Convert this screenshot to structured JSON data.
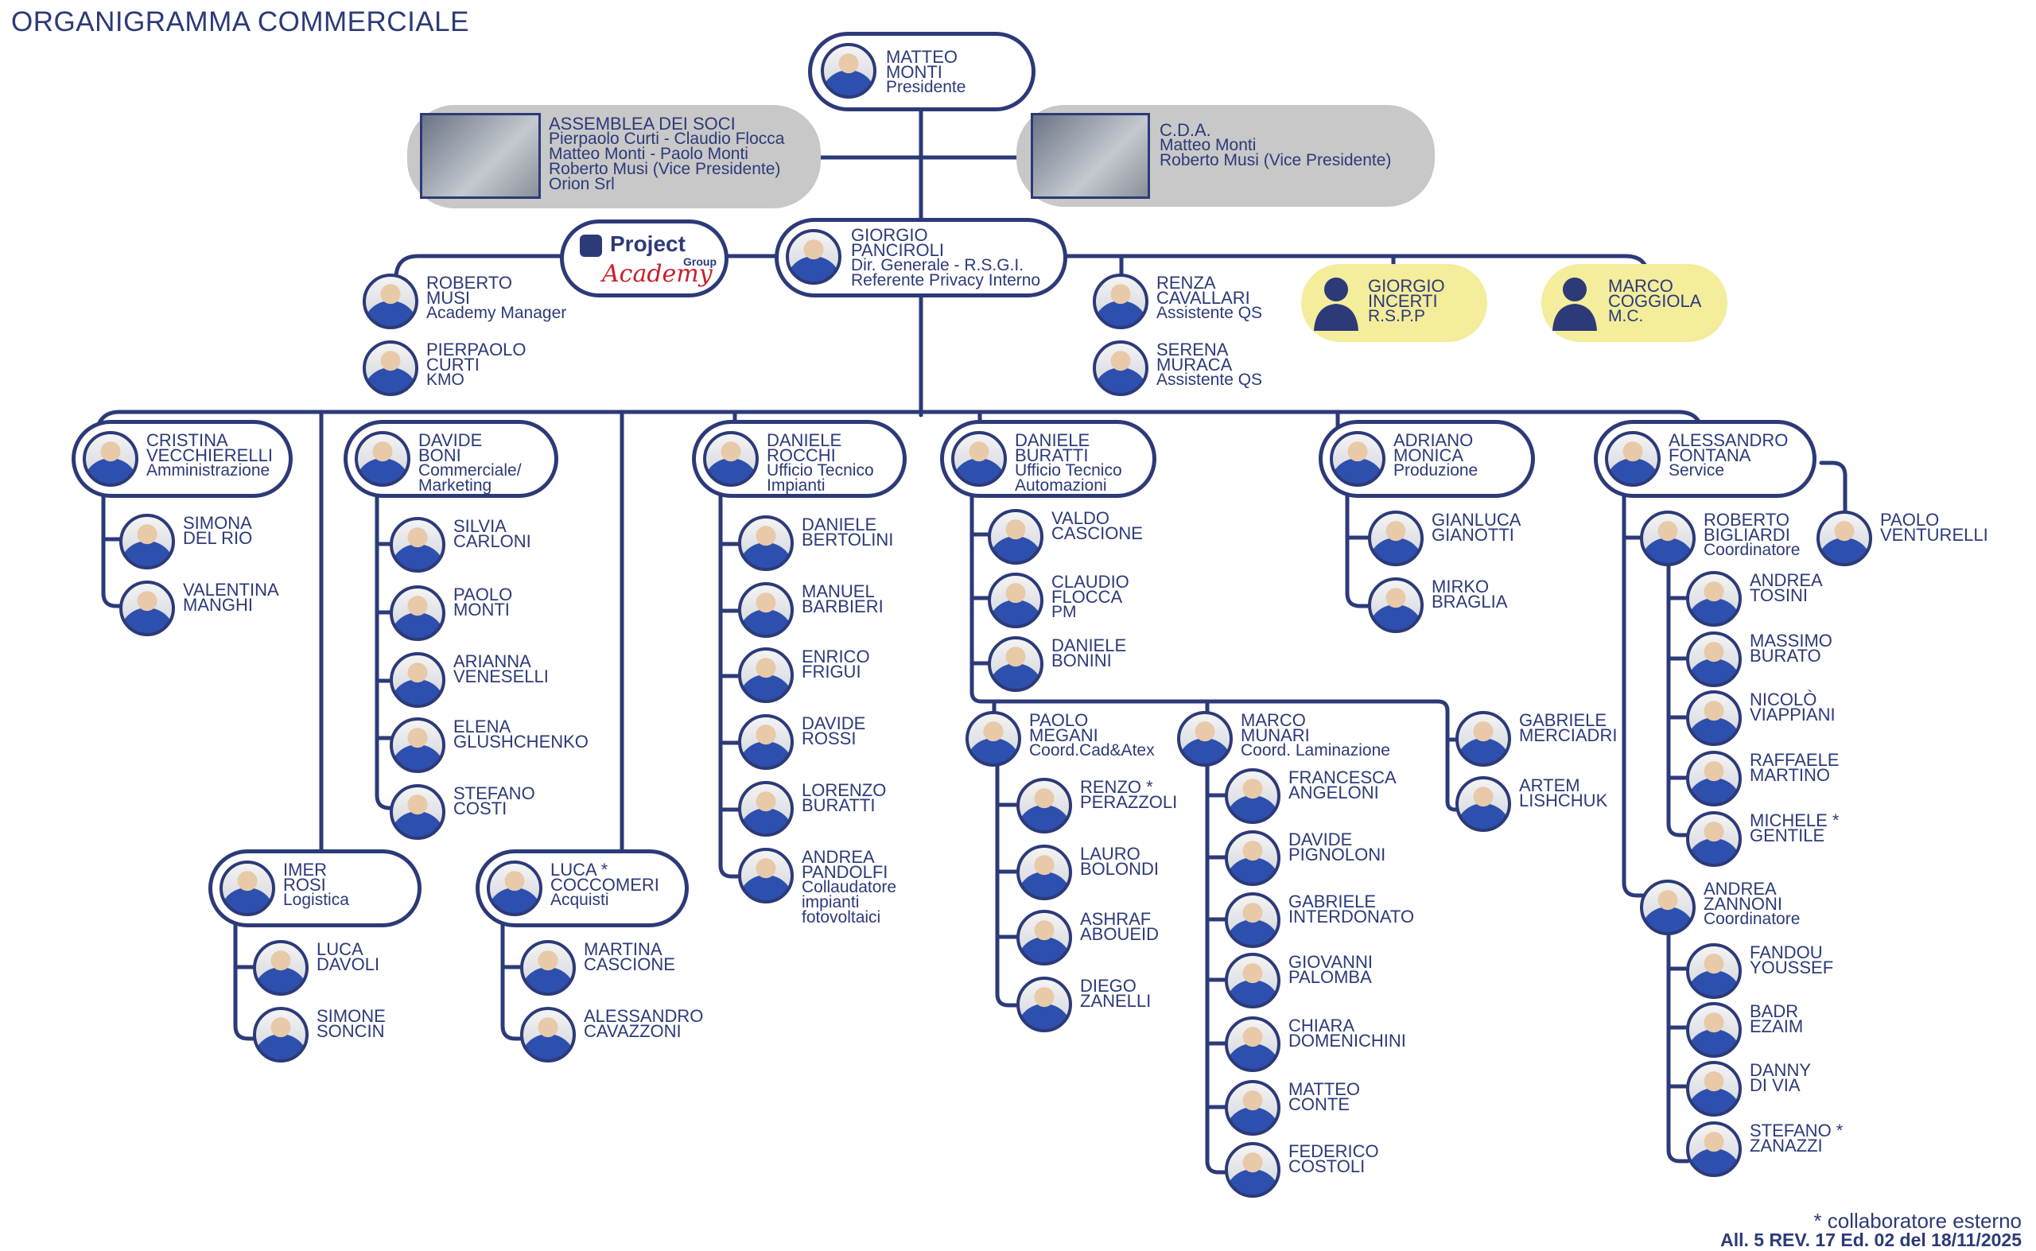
{
  "title": "ORGANIGRAMMA COMMERCIALE",
  "colors": {
    "navy": "#2c3a78",
    "gray_box": "#c8c8c8",
    "yellow_box": "#f3ed9c",
    "logo_red": "#c8202c"
  },
  "president": {
    "name1": "MATTEO",
    "name2": "MONTI",
    "role": "Presidente"
  },
  "assemblea": {
    "title": "ASSEMBLEA DEI SOCI",
    "lines": [
      "Pierpaolo Curti - Claudio Flocca",
      "Matteo Monti - Paolo Monti",
      "Roberto Musi (Vice Presidente)",
      "Orion Srl"
    ]
  },
  "cda": {
    "title": "C.D.A.",
    "lines": [
      "Matteo Monti",
      "Roberto Musi (Vice Presidente)"
    ]
  },
  "logo": {
    "word1": "Project",
    "word2": "Group",
    "word3": "Academy"
  },
  "director": {
    "name1": "GIORGIO",
    "name2": "PANCIROLI",
    "role1": "Dir. Generale - R.S.G.I.",
    "role2": "Referente Privacy Interno"
  },
  "staff_left": [
    {
      "name1": "ROBERTO",
      "name2": "MUSI",
      "role": "Academy Manager"
    },
    {
      "name1": "PIERPAOLO",
      "name2": "CURTI",
      "role": "KMO"
    }
  ],
  "staff_right": [
    {
      "name1": "RENZA",
      "name2": "CAVALLARI",
      "role": "Assistente QS"
    },
    {
      "name1": "SERENA",
      "name2": "MURACA",
      "role": "Assistente QS"
    }
  ],
  "external_roles": [
    {
      "name1": "GIORGIO",
      "name2": "INCERTI",
      "role": "R.S.P.P"
    },
    {
      "name1": "MARCO",
      "name2": "COGGIOLA",
      "role": "M.C."
    }
  ],
  "dept_amm": {
    "head": {
      "name1": "CRISTINA",
      "name2": "VECCHIERELLI",
      "role": "Amministrazione"
    },
    "members": [
      {
        "name1": "SIMONA",
        "name2": "DEL RIO"
      },
      {
        "name1": "VALENTINA",
        "name2": "MANGHI"
      }
    ]
  },
  "dept_comm": {
    "head": {
      "name1": "DAVIDE",
      "name2": "BONI",
      "role1": "Commerciale/",
      "role2": "Marketing"
    },
    "members": [
      {
        "name1": "SILVIA",
        "name2": "CARLONI"
      },
      {
        "name1": "PAOLO",
        "name2": "MONTI"
      },
      {
        "name1": "ARIANNA",
        "name2": "VENESELLI"
      },
      {
        "name1": "ELENA",
        "name2": "GLUSHCHENKO"
      },
      {
        "name1": "STEFANO",
        "name2": "COSTI"
      }
    ]
  },
  "dept_log": {
    "head": {
      "name1": "IMER",
      "name2": "ROSI",
      "role": "Logistica"
    },
    "members": [
      {
        "name1": "LUCA",
        "name2": "DAVOLI"
      },
      {
        "name1": "SIMONE",
        "name2": "SONCIN"
      }
    ]
  },
  "dept_acq": {
    "head": {
      "name1": "LUCA *",
      "name2": "COCCOMERI",
      "role": "Acquisti"
    },
    "members": [
      {
        "name1": "MARTINA",
        "name2": "CASCIONE"
      },
      {
        "name1": "ALESSANDRO",
        "name2": "CAVAZZONI"
      }
    ]
  },
  "dept_imp": {
    "head": {
      "name1": "DANIELE",
      "name2": "ROCCHI",
      "role1": "Ufficio Tecnico",
      "role2": "Impianti"
    },
    "members": [
      {
        "name1": "DANIELE",
        "name2": "BERTOLINI"
      },
      {
        "name1": "MANUEL",
        "name2": "BARBIERI"
      },
      {
        "name1": "ENRICO",
        "name2": "FRIGUI"
      },
      {
        "name1": "DAVIDE",
        "name2": "ROSSI"
      },
      {
        "name1": "LORENZO",
        "name2": "BURATTI"
      }
    ],
    "last": {
      "name1": "ANDREA",
      "name2": "PANDOLFI",
      "role1": "Collaudatore",
      "role2": "impianti",
      "role3": "fotovoltaici"
    }
  },
  "dept_aut": {
    "head": {
      "name1": "DANIELE",
      "name2": "BURATTI",
      "role1": "Ufficio Tecnico",
      "role2": "Automazioni"
    },
    "members": [
      {
        "name1": "VALDO",
        "name2": "CASCIONE"
      },
      {
        "name1": "CLAUDIO",
        "name2": "FLOCCA",
        "role": "PM"
      },
      {
        "name1": "DANIELE",
        "name2": "BONINI"
      }
    ]
  },
  "sub_cad": {
    "head": {
      "name1": "PAOLO",
      "name2": "MEGANI",
      "role": "Coord.Cad&Atex"
    },
    "members": [
      {
        "name1": "RENZO *",
        "name2": "PERAZZOLI"
      },
      {
        "name1": "LAURO",
        "name2": "BOLONDI"
      },
      {
        "name1": "ASHRAF",
        "name2": "ABOUEID"
      },
      {
        "name1": "DIEGO",
        "name2": "ZANELLI"
      }
    ]
  },
  "sub_lam": {
    "head": {
      "name1": "MARCO",
      "name2": "MUNARI",
      "role": "Coord. Laminazione"
    },
    "members": [
      {
        "name1": "FRANCESCA",
        "name2": "ANGELONI"
      },
      {
        "name1": "DAVIDE",
        "name2": "PIGNOLONI"
      },
      {
        "name1": "GABRIELE",
        "name2": "INTERDONATO"
      },
      {
        "name1": "GIOVANNI",
        "name2": "PALOMBA"
      },
      {
        "name1": "CHIARA",
        "name2": "DOMENICHINI"
      },
      {
        "name1": "MATTEO",
        "name2": "CONTE"
      },
      {
        "name1": "FEDERICO",
        "name2": "COSTOLI"
      }
    ]
  },
  "sub_other": [
    {
      "name1": "GABRIELE",
      "name2": "MERCIADRI"
    },
    {
      "name1": "ARTEM",
      "name2": "LISHCHUK"
    }
  ],
  "dept_prod": {
    "head": {
      "name1": "ADRIANO",
      "name2": "MONICA",
      "role": "Produzione"
    },
    "members": [
      {
        "name1": "GIANLUCA",
        "name2": "GIANOTTI"
      },
      {
        "name1": "MIRKO",
        "name2": "BRAGLIA"
      }
    ]
  },
  "dept_serv": {
    "head": {
      "name1": "ALESSANDRO",
      "name2": "FONTANA",
      "role": "Service"
    },
    "side": {
      "name1": "PAOLO",
      "name2": "VENTURELLI"
    },
    "coord1": {
      "name1": "ROBERTO",
      "name2": "BIGLIARDI",
      "role": "Coordinatore"
    },
    "coord1_members": [
      {
        "name1": "ANDREA",
        "name2": "TOSINI"
      },
      {
        "name1": "MASSIMO",
        "name2": "BURATO"
      },
      {
        "name1": "NICOLÒ",
        "name2": "VIAPPIANI"
      },
      {
        "name1": "RAFFAELE",
        "name2": "MARTINO"
      },
      {
        "name1": "MICHELE *",
        "name2": "GENTILE"
      }
    ],
    "coord2": {
      "name1": "ANDREA",
      "name2": "ZANNONI",
      "role": "Coordinatore"
    },
    "coord2_members": [
      {
        "name1": "FANDOU",
        "name2": "YOUSSEF"
      },
      {
        "name1": "BADR",
        "name2": "EZAIM"
      },
      {
        "name1": "DANNY",
        "name2": "DI VIA"
      },
      {
        "name1": "STEFANO *",
        "name2": "ZANAZZI"
      }
    ]
  },
  "footer": {
    "note": "* collaboratore esterno",
    "ref": "All. 5 REV. 17 Ed. 02 del 18/11/2025"
  }
}
